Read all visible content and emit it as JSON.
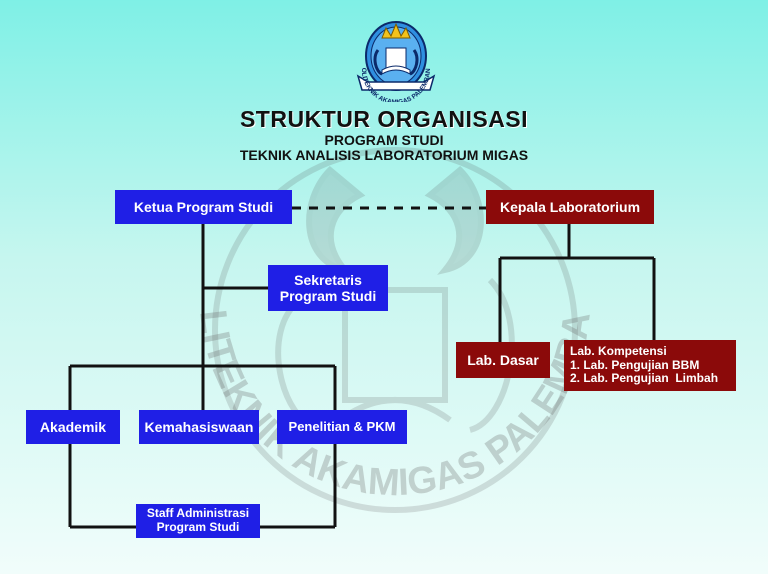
{
  "logo": {
    "ring_text": "POLITEKNIK AKAMIGAS PALEMBANG",
    "watermark_text": "POLITEKNIK AKAMIGAS PALEMBANG"
  },
  "header": {
    "title": "STRUKTUR ORGANISASI",
    "line1": "PROGRAM STUDI",
    "line2": "TEKNIK ANALISIS LABORATORIUM MIGAS"
  },
  "boxes": {
    "ketua": "Ketua Program Studi",
    "sekretaris_l1": "Sekretaris",
    "sekretaris_l2": "Program Studi",
    "akademik": "Akademik",
    "kemahasiswaan": "Kemahasiswaan",
    "penelitian": "Penelitian & PKM",
    "staff_l1": "Staff Administrasi",
    "staff_l2": "Program Studi",
    "kepala_lab": "Kepala Laboratorium",
    "lab_dasar": "Lab. Dasar",
    "lab_kompetensi_l1": "Lab. Kompetensi",
    "lab_kompetensi_l2": "1. Lab. Pengujian BBM",
    "lab_kompetensi_l3": "2. Lab. Pengujian  Limbah"
  },
  "colors": {
    "blue_box": "#1f1fe6",
    "red_box": "#8b0a0a",
    "logo_blue": "#2f8fe0",
    "logo_yellow": "#f3c21b"
  }
}
